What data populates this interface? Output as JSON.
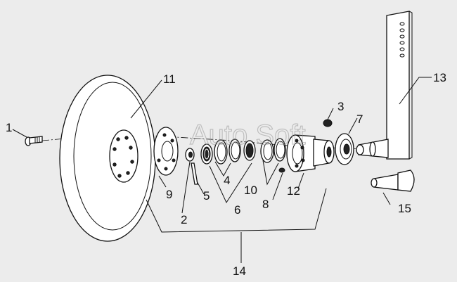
{
  "watermark": "Auto Soft",
  "callouts": {
    "c1": "1",
    "c2": "2",
    "c3": "3",
    "c4": "4",
    "c5": "5",
    "c6": "6",
    "c7": "7",
    "c8": "8",
    "c9": "9",
    "c10": "10",
    "c11": "11",
    "c12": "12",
    "c13": "13",
    "c14": "14",
    "c15": "15"
  }
}
